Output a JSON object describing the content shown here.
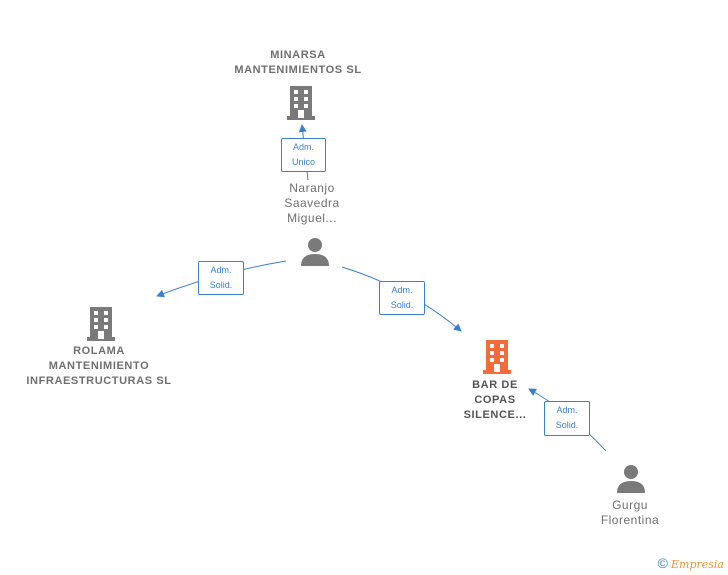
{
  "nodes": {
    "minarsa": {
      "line1": "MINARSA",
      "line2": "MANTENIMIENTOS SL",
      "icon": "building-icon",
      "color": "#7a7a7a"
    },
    "rolama": {
      "line1": "ROLAMA",
      "line2": "MANTENIMIENTO",
      "line3": "INFRAESTRUCTURAS SL",
      "icon": "building-icon",
      "color": "#7a7a7a"
    },
    "bar": {
      "line1": "BAR DE",
      "line2": "COPAS",
      "line3": "SILENCE...",
      "icon": "building-icon",
      "color": "#f26b3a"
    },
    "naranjo": {
      "line1": "Naranjo",
      "line2": "Saavedra",
      "line3": "Miguel...",
      "icon": "person-icon",
      "color": "#7a7a7a"
    },
    "gurgu": {
      "line1": "Gurgu",
      "line2": "Florentina",
      "icon": "person-icon",
      "color": "#7a7a7a"
    }
  },
  "edges": {
    "e1": {
      "line1": "Adm.",
      "line2": "Unico"
    },
    "e2": {
      "line1": "Adm.",
      "line2": "Solid."
    },
    "e3": {
      "line1": "Adm.",
      "line2": "Solid."
    },
    "e4": {
      "line1": "Adm.",
      "line2": "Solid."
    }
  },
  "colors": {
    "edge": "#3a7fd5",
    "focus": "#f26b3a",
    "node": "#7a7a7a"
  },
  "footer": {
    "copyright": "©",
    "brand": "Empresia"
  }
}
